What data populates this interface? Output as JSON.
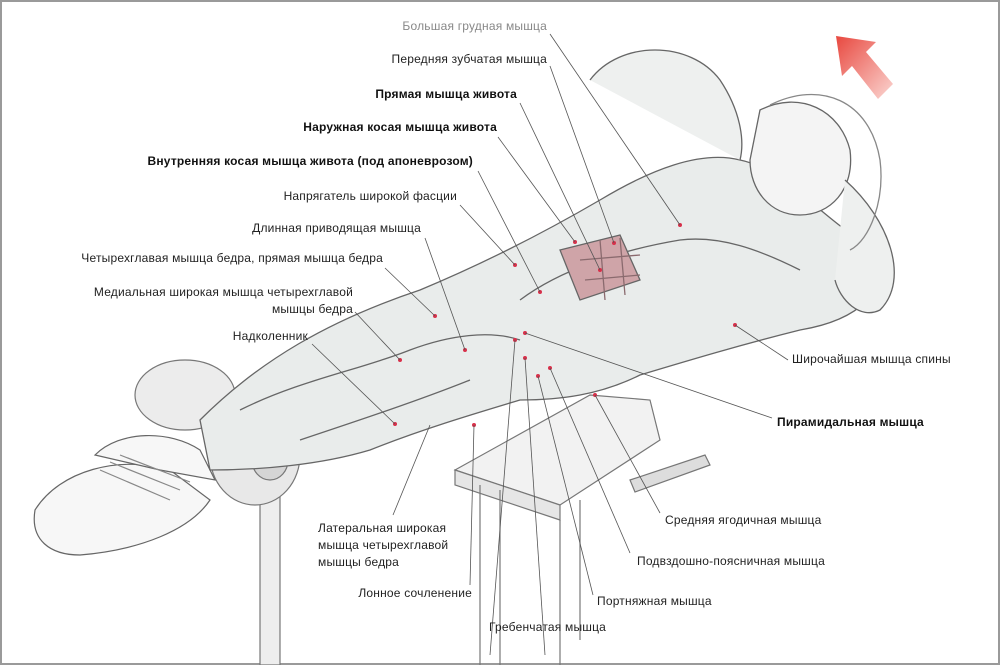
{
  "labels": {
    "pectoralis_major": "Большая грудная мышца",
    "serratus_anterior": "Передняя зубчатая мышца",
    "rectus_abdominis": "Прямая мышца живота",
    "external_oblique": "Наружная косая мышца живота",
    "internal_oblique": "Внутренняя косая мышца живота (под апоневрозом)",
    "tensor_fasciae_latae": "Напрягатель широкой фасции",
    "adductor_longus": "Длинная приводящая мышца",
    "rectus_femoris": "Четырехглавая мышца бедра, прямая мышца бедра",
    "vastus_medialis_1": "Медиальная широкая мышца четырехглавой",
    "vastus_medialis_2": "мышцы бедра",
    "patella": "Надколенник",
    "latissimus_dorsi": "Широчайшая мышца спины",
    "pyramidalis": "Пирамидальная мышца",
    "gluteus_medius": "Средняя ягодичная мышца",
    "iliopsoas": "Подвздошно-поясничная мышца",
    "sartorius": "Портняжная мышца",
    "pectineus": "Гребенчатая мышца",
    "pubic_symphysis": "Лонное сочленение",
    "vastus_lateralis_1": "Латеральная широкая",
    "vastus_lateralis_2": "мышца четырехглавой",
    "vastus_lateralis_3": "мышцы бедра"
  },
  "colors": {
    "arrow": "#e8483f",
    "muscle_highlight": "#c0626a",
    "marker": "#d9304a"
  }
}
